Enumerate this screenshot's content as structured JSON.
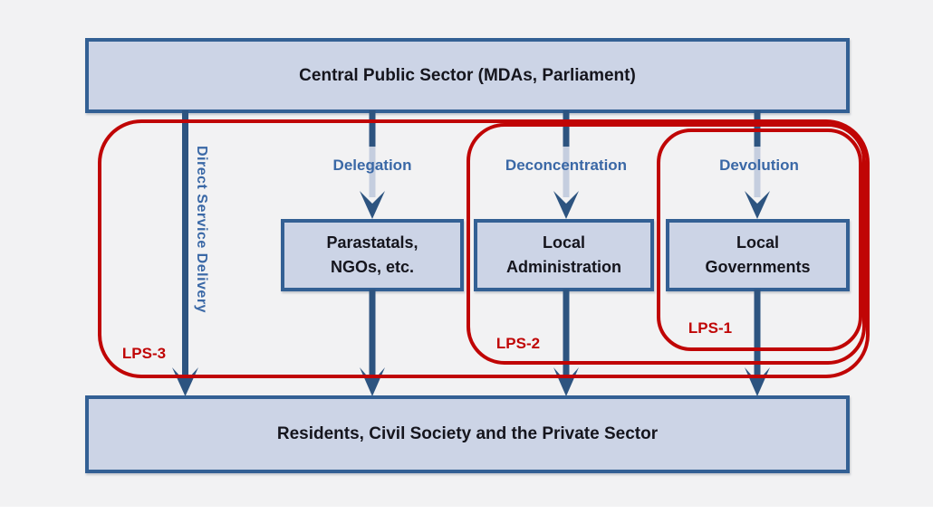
{
  "boxes": {
    "central": {
      "label": "Central Public Sector (MDAs, Parliament)"
    },
    "parastatals": {
      "line1": "Parastatals,",
      "line2": "NGOs, etc."
    },
    "local_administration": {
      "line1": "Local",
      "line2": "Administration"
    },
    "local_governments": {
      "line1": "Local",
      "line2": "Governments"
    },
    "residents": {
      "label": "Residents, Civil Society and the Private Sector"
    }
  },
  "flow_labels": {
    "direct_service_delivery": "Direct Service Delivery",
    "delegation": "Delegation",
    "deconcentration": "Deconcentration",
    "devolution": "Devolution"
  },
  "lps_labels": {
    "lps1": "LPS-1",
    "lps2": "LPS-2",
    "lps3": "LPS-3"
  },
  "colors": {
    "page_background": "#f2f2f3",
    "footer_strip": "#ffffff",
    "box_fill": "#ccd4e6",
    "box_border": "#336094",
    "box_text": "#15151d",
    "arrow_dark_blue": "#2d5480",
    "arrow_light_segment": "#c5cedf",
    "flow_label_blue": "#3a68a6",
    "lps_frame_red": "#c00505"
  }
}
